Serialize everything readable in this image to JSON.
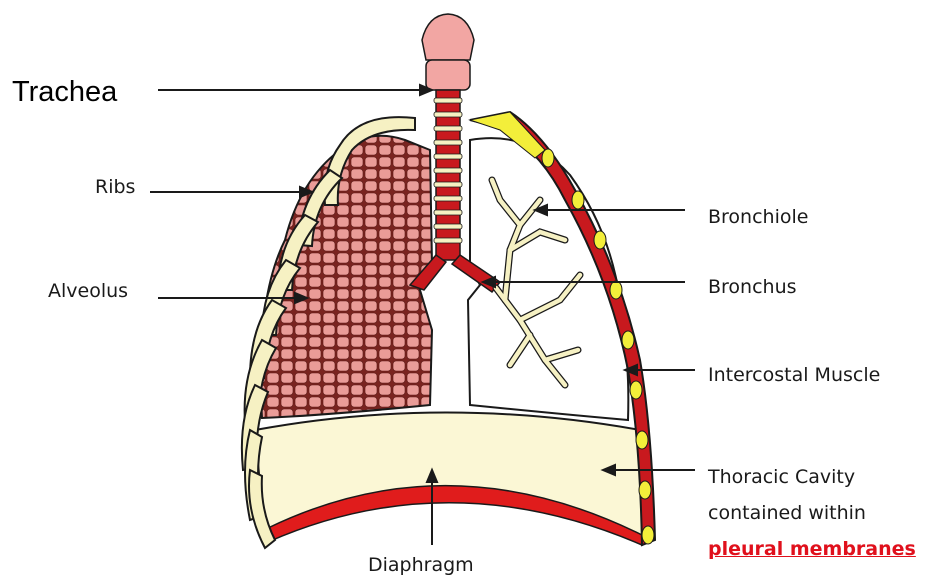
{
  "labels": {
    "trachea": "Trachea",
    "ribs": "Ribs",
    "alveolus": "Alveolus",
    "bronchiole": "Bronchiole",
    "bronchus": "Bronchus",
    "intercostal_muscle": "Intercostal Muscle",
    "thoracic_cavity_line1": "Thoracic Cavity",
    "thoracic_cavity_line2": "contained within",
    "pleural_membranes": "pleural membranes",
    "diaphragm": "Diaphragm"
  },
  "colors": {
    "outline": "#1a1a1a",
    "bone": "#f6f1c3",
    "trachea_red": "#c8191e",
    "alveoli_pink": "#e99a96",
    "alveoli_dark": "#7a2420",
    "diaphragm_red": "#e01c1c",
    "cartilage_yellow": "#f3ee3a",
    "highlight_red": "#e0101c"
  }
}
